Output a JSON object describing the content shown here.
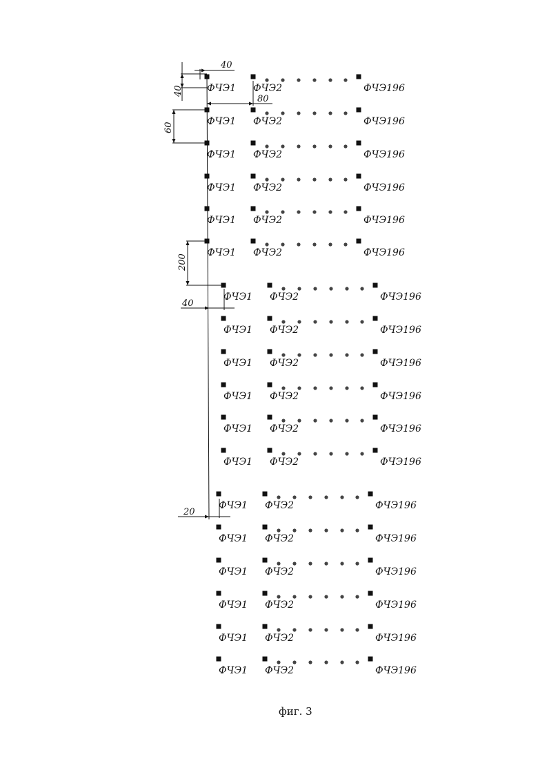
{
  "labels": {
    "first": "ФЧЭ1",
    "second": "ФЧЭ2",
    "last": "ФЧЭ196"
  },
  "dimensions": {
    "d40_top": "40",
    "d40_side": "40",
    "d80": "80",
    "d60": "60",
    "d200": "200",
    "d40_mid": "40",
    "d20": "20"
  },
  "caption": "фиг. 3",
  "colors": {
    "ink": "#111111",
    "paper": "#ffffff"
  }
}
